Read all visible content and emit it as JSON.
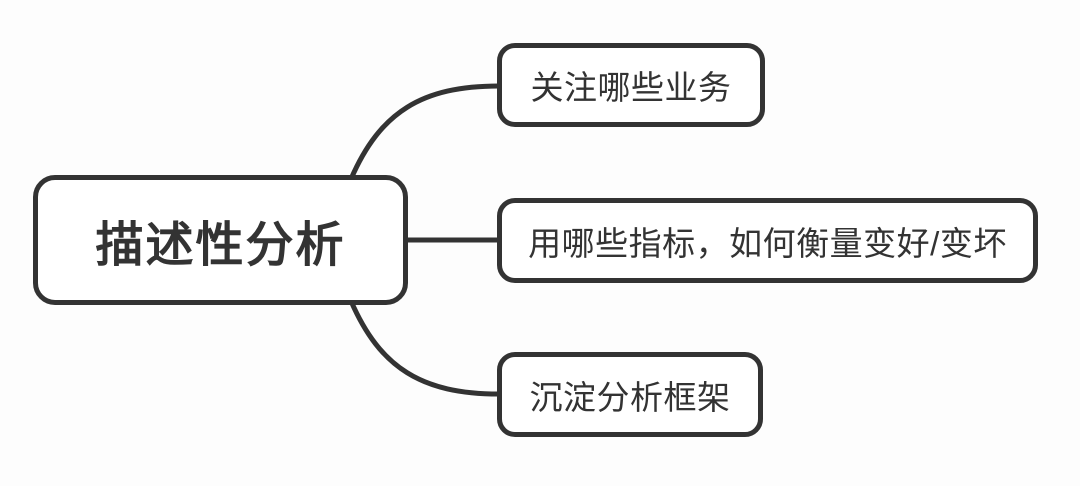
{
  "diagram": {
    "type": "mindmap",
    "root": {
      "label": "描述性分析"
    },
    "branches": [
      {
        "label": "关注哪些业务"
      },
      {
        "label": "用哪些指标，如何衡量变好/变坏"
      },
      {
        "label": "沉淀分析框架"
      }
    ]
  },
  "colors": {
    "stroke": "#333333",
    "text": "#333333",
    "node_fill": "#ffffff",
    "background": "#fdfdfd"
  }
}
